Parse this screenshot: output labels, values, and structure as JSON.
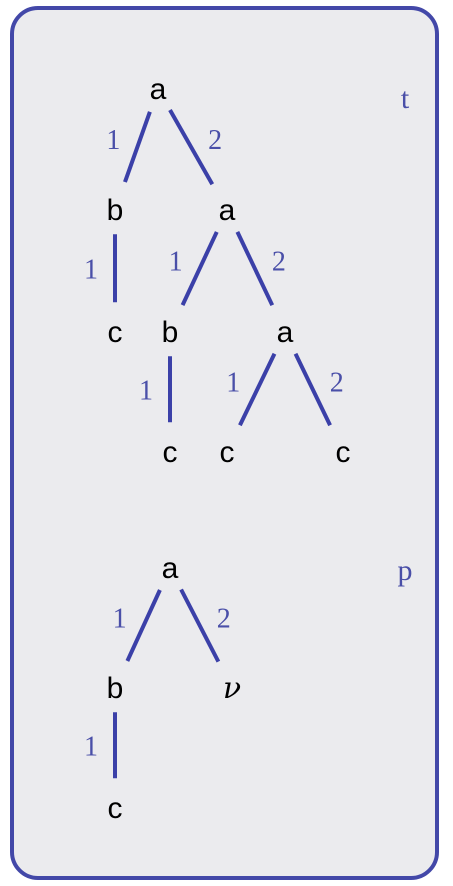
{
  "colors": {
    "frame": "#4348a8",
    "edge": "#3b40a8",
    "label": "#4a4fa8",
    "background": "#ebebee"
  },
  "trees": [
    {
      "name": "t",
      "nodes": [
        {
          "id": "t0",
          "label": "a"
        },
        {
          "id": "t1",
          "label": "b"
        },
        {
          "id": "t2",
          "label": "a"
        },
        {
          "id": "t3",
          "label": "c"
        },
        {
          "id": "t4",
          "label": "b"
        },
        {
          "id": "t5",
          "label": "a"
        },
        {
          "id": "t6",
          "label": "c"
        },
        {
          "id": "t7",
          "label": "c"
        },
        {
          "id": "t8",
          "label": "c"
        }
      ],
      "edges": [
        {
          "from": "t0",
          "to": "t1",
          "label": "1"
        },
        {
          "from": "t0",
          "to": "t2",
          "label": "2"
        },
        {
          "from": "t1",
          "to": "t3",
          "label": "1"
        },
        {
          "from": "t2",
          "to": "t4",
          "label": "1"
        },
        {
          "from": "t2",
          "to": "t5",
          "label": "2"
        },
        {
          "from": "t4",
          "to": "t6",
          "label": "1"
        },
        {
          "from": "t5",
          "to": "t7",
          "label": "1"
        },
        {
          "from": "t5",
          "to": "t8",
          "label": "2"
        }
      ]
    },
    {
      "name": "p",
      "nodes": [
        {
          "id": "p0",
          "label": "a"
        },
        {
          "id": "p1",
          "label": "b"
        },
        {
          "id": "p2",
          "label": "ν",
          "variable": true
        },
        {
          "id": "p3",
          "label": "c"
        }
      ],
      "edges": [
        {
          "from": "p0",
          "to": "p1",
          "label": "1"
        },
        {
          "from": "p0",
          "to": "p2",
          "label": "2"
        },
        {
          "from": "p1",
          "to": "p3",
          "label": "1"
        }
      ]
    }
  ]
}
